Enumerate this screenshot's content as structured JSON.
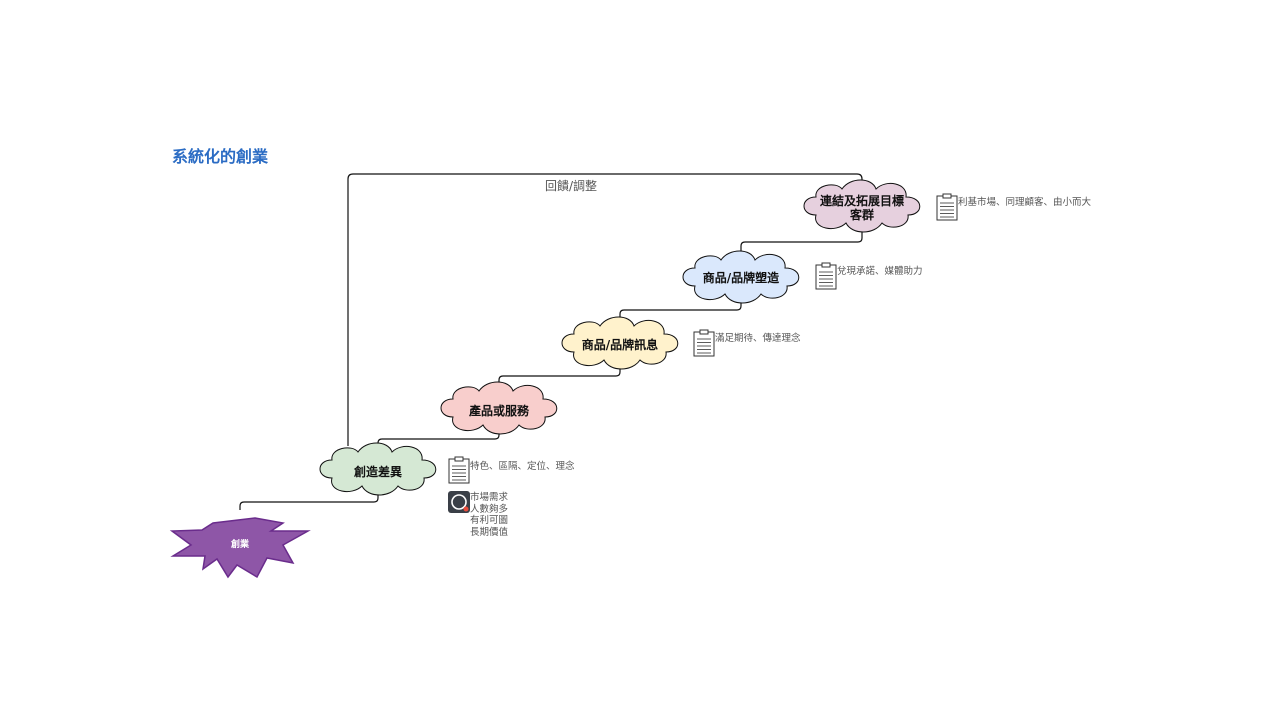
{
  "title": "系統化的創業",
  "feedback_label": "回饋/調整",
  "start": {
    "label": "創業",
    "color": "#8e56a7"
  },
  "stages": [
    {
      "label": "創造差異",
      "color": "#d5e8d4",
      "note": "特色、區隔、定位、理念"
    },
    {
      "label": "產品或服務",
      "color": "#f8cecc"
    },
    {
      "label": "商品/品牌訊息",
      "color": "#fff2cc",
      "note": "滿足期待、傳達理念"
    },
    {
      "label": "商品/品牌塑造",
      "color": "#dae8fc",
      "note": "兌現承諾、媒體助力"
    },
    {
      "label": "連結及拓展目標客群",
      "color": "#e6d0de",
      "note": "利基市場、同理顧客、由小而大"
    }
  ],
  "market_notes": [
    "市場需求",
    "人數夠多",
    "有利可圖",
    "長期價值"
  ],
  "icons": {
    "note": "clipboard-icon",
    "market": "search-icon"
  }
}
